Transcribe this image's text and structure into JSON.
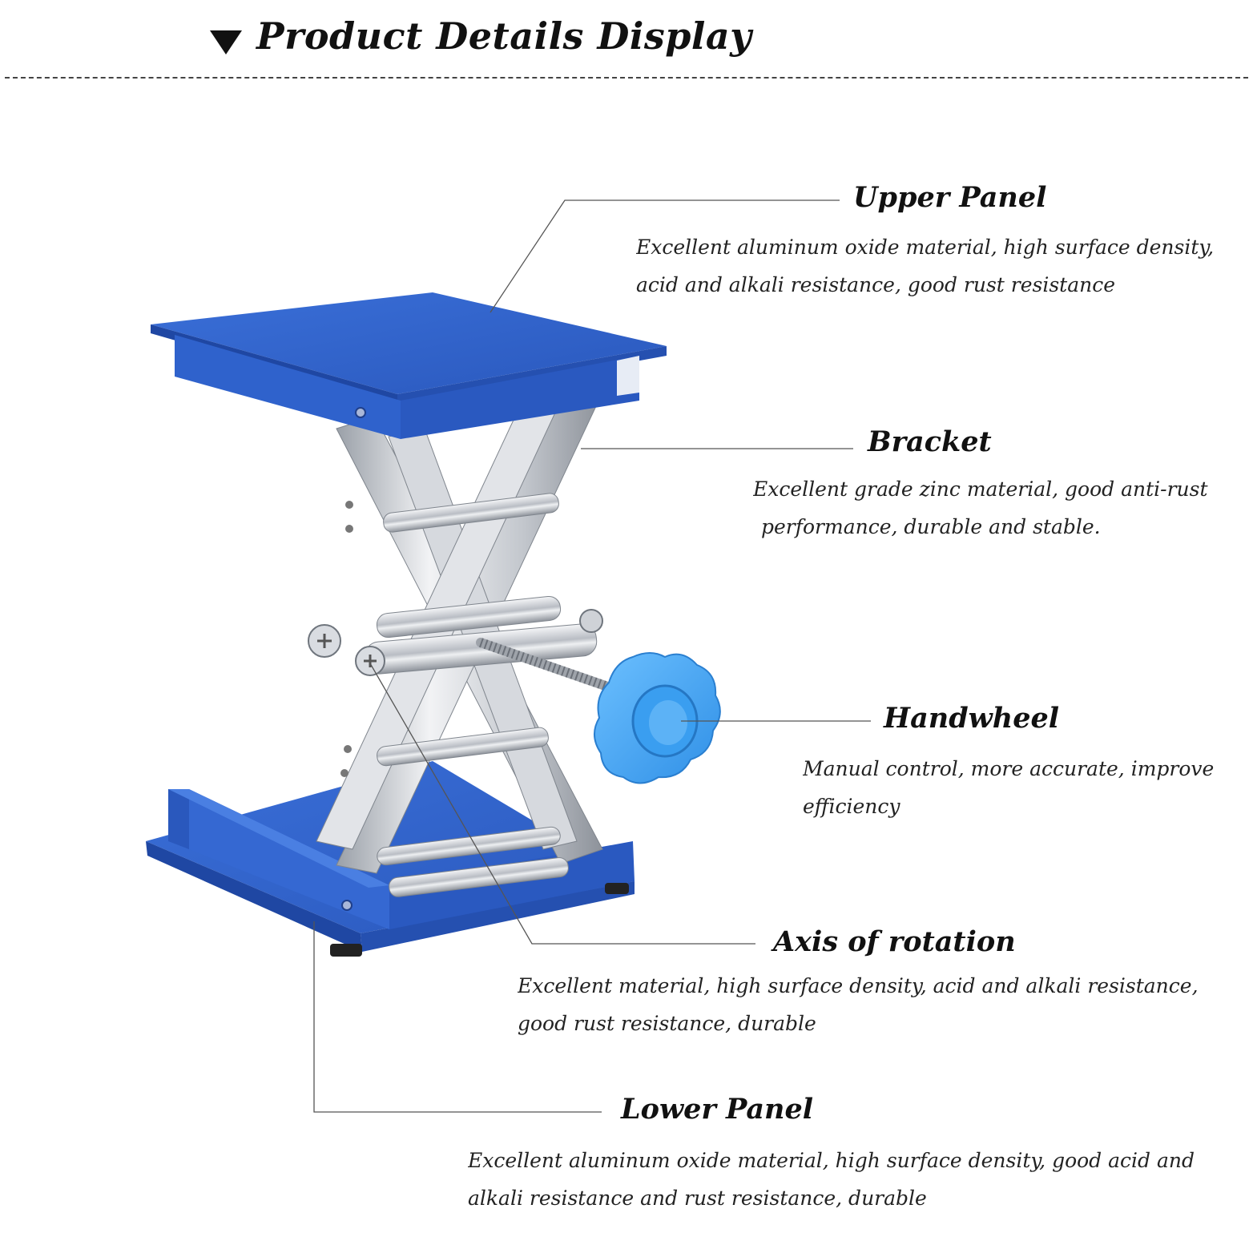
{
  "header": {
    "title": "Product Details Display",
    "icon": "triangle-down-icon"
  },
  "colors": {
    "panel_blue": "#2f63cc",
    "panel_blue_dark": "#1f47a3",
    "handwheel_blue": "#3a9ef0",
    "chrome": "#c9ccd2",
    "line": "#555555"
  },
  "callouts": [
    {
      "title": "Upper Panel",
      "lines": [
        "Excellent aluminum oxide material, high surface density,",
        "acid and alkali resistance, good rust resistance"
      ]
    },
    {
      "title": "Bracket",
      "lines": [
        "Excellent grade zinc material, good anti-rust",
        "performance, durable and stable."
      ]
    },
    {
      "title": "Handwheel",
      "lines": [
        "Manual control, more accurate, improve",
        "efficiency"
      ]
    },
    {
      "title": "Axis of rotation",
      "lines": [
        "Excellent material, high surface density, acid and alkali resistance,",
        "good rust resistance, durable"
      ]
    },
    {
      "title": "Lower Panel",
      "lines": [
        "Excellent aluminum oxide material, high surface density, good acid and",
        "alkali resistance and rust resistance, durable"
      ]
    }
  ]
}
